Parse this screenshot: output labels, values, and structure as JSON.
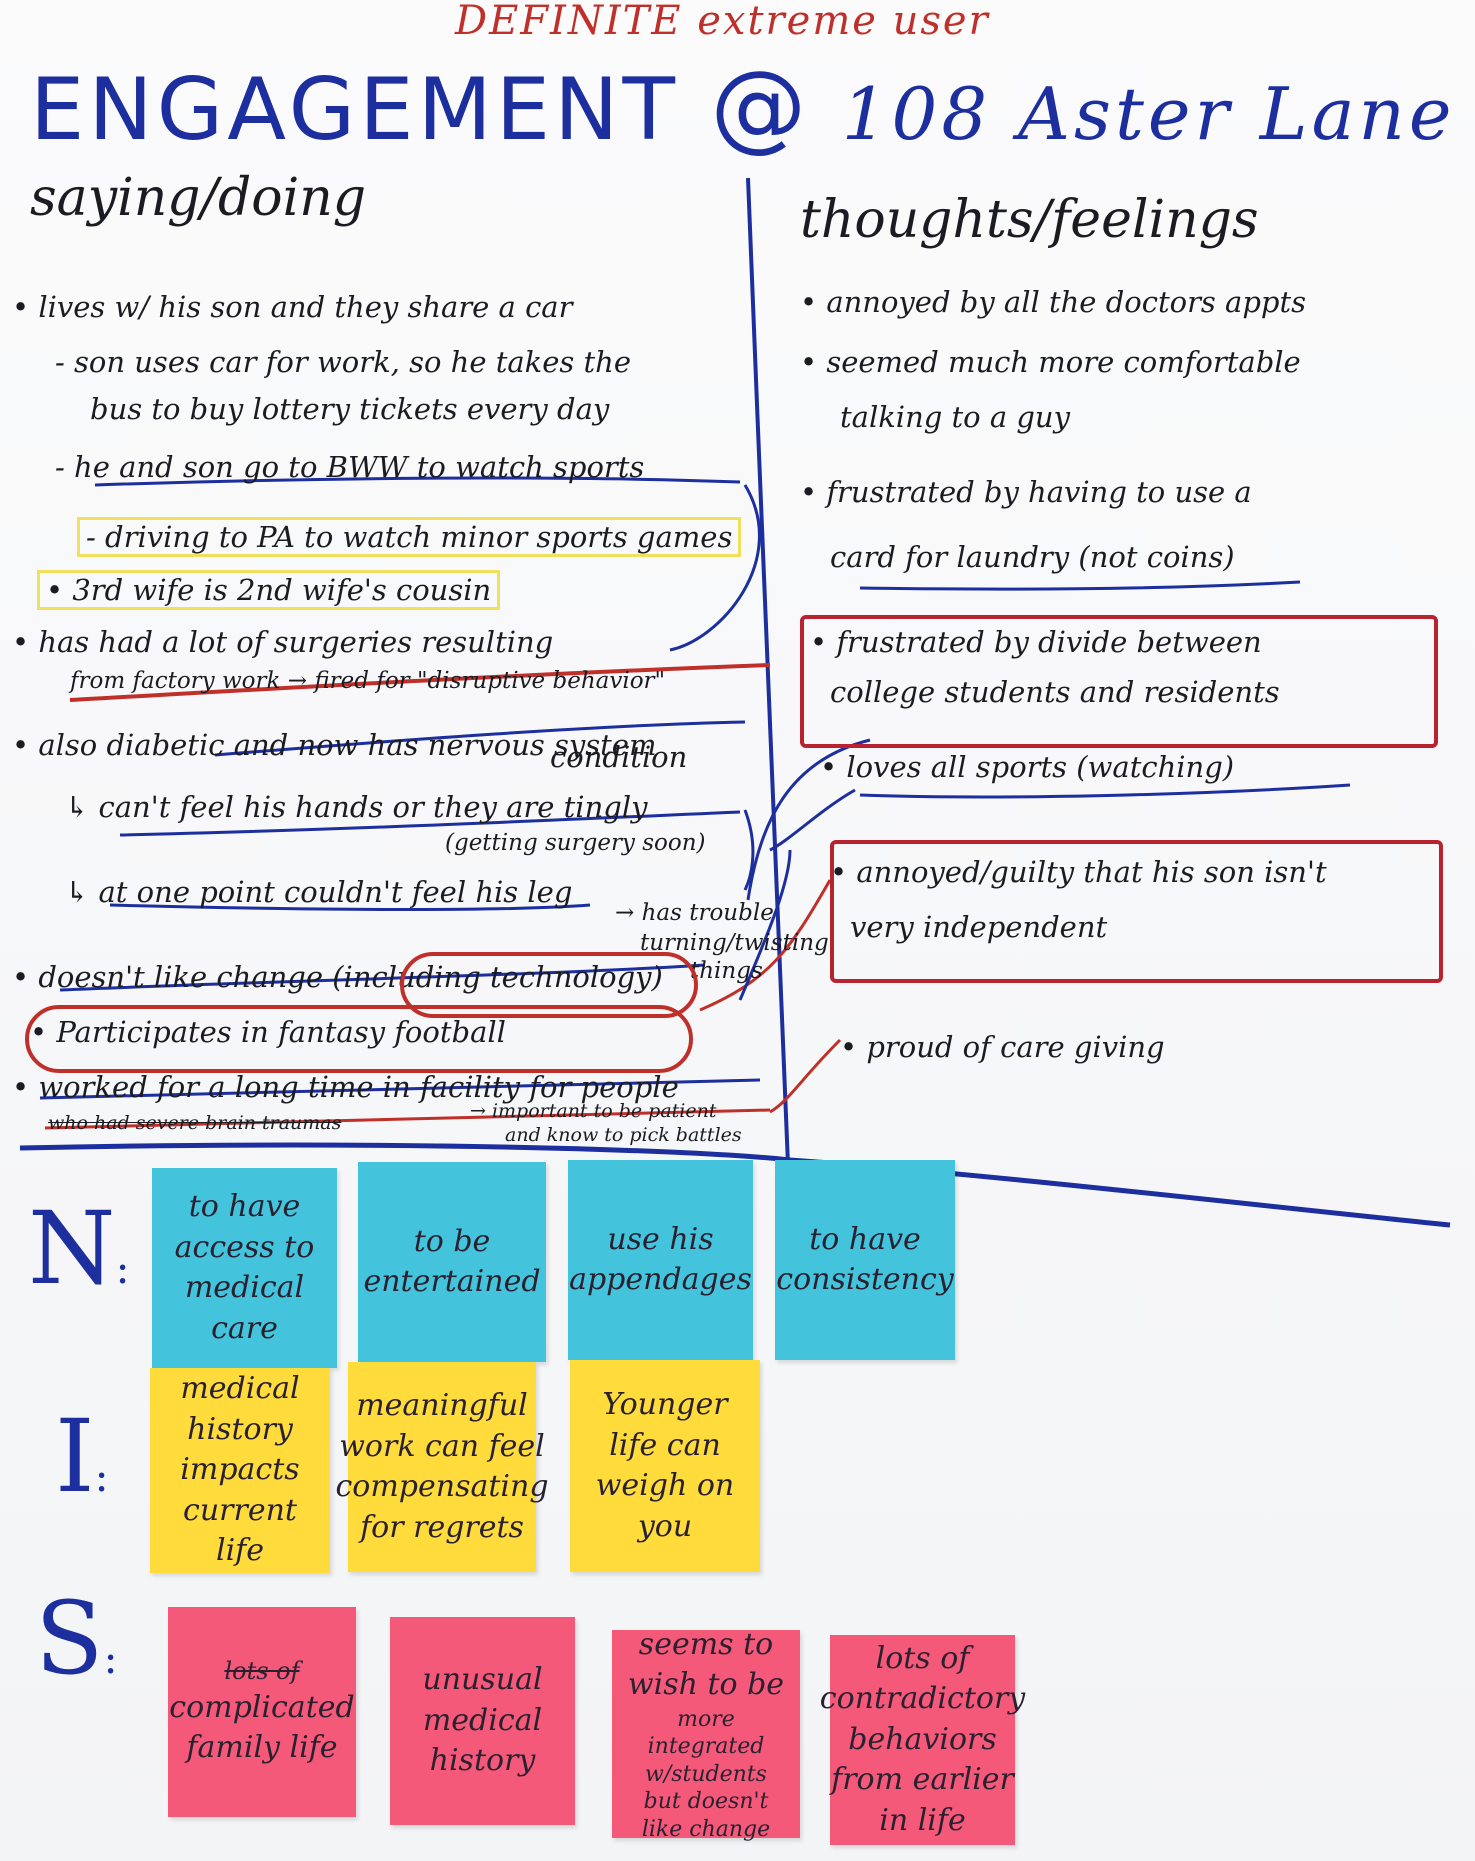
{
  "header": {
    "supertitle": "DEFINITE extreme user",
    "title": "ENGAGEMENT",
    "at": "@",
    "location": "108 Aster Lane"
  },
  "columns": {
    "saying_doing": {
      "heading": "saying/doing",
      "lines": [
        "• lives w/ his son and they share a car",
        "- son uses car for work, so he takes the",
        "bus to buy lottery tickets every day",
        "- he and son go to BWW to watch sports",
        "- driving to PA to watch minor sports games",
        "• 3rd wife is 2nd wife's cousin",
        "• has had a lot of surgeries resulting",
        "from factory work → fired for \"disruptive behavior\"",
        "• also diabetic and now has nervous system",
        "condition",
        "↳ can't feel his hands or they are tingly",
        "(getting surgery soon)",
        "↳ at one point couldn't feel his leg",
        "→ has trouble",
        "turning/twisting",
        "things",
        "• doesn't like change (including technology)",
        "• Participates in fantasy football",
        "• worked for a long time in facility for people",
        "who had severe brain traumas",
        "→ important to be patient",
        "and know to pick battles"
      ]
    },
    "thoughts_feelings": {
      "heading": "thoughts/feelings",
      "lines": [
        "• annoyed by all the doctors appts",
        "• seemed much more comfortable",
        "talking to a guy",
        "• frustrated by having to use a",
        "card for laundry (not coins)",
        "• frustrated by divide between",
        "college students and residents",
        "• loves all sports (watching)",
        "• annoyed/guilty that his son isn't",
        "very independent",
        "• proud of care giving"
      ]
    }
  },
  "rows": {
    "needs": {
      "label": "N",
      "colon": ":",
      "notes": [
        "to have access to medical care",
        "to be entertained",
        "use his appendages",
        "to have consistency"
      ]
    },
    "insights": {
      "label": "I",
      "colon": ":",
      "notes": [
        "medical history impacts current life",
        "meaningful work can feel compensating for regrets",
        "Younger life can weigh on you"
      ]
    },
    "surprises": {
      "label": "S",
      "colon": ":",
      "notes": [
        {
          "strike": "lots of",
          "text": "complicated family life"
        },
        {
          "text": "unusual medical history"
        },
        {
          "text": "seems to wish to be",
          "small": "more integrated w/students but doesn't like change"
        },
        {
          "text": "lots of contradictory behaviors from earlier in life"
        }
      ]
    }
  },
  "colors": {
    "blue_ink": "#1d2f9e",
    "red_ink": "#c02a2a",
    "black_ink": "#1b1b22",
    "need_note": "#43c4dc",
    "insight_note": "#ffdc3c",
    "surprise_note": "#f5597a",
    "highlight_yellow": "#f1e15a"
  }
}
